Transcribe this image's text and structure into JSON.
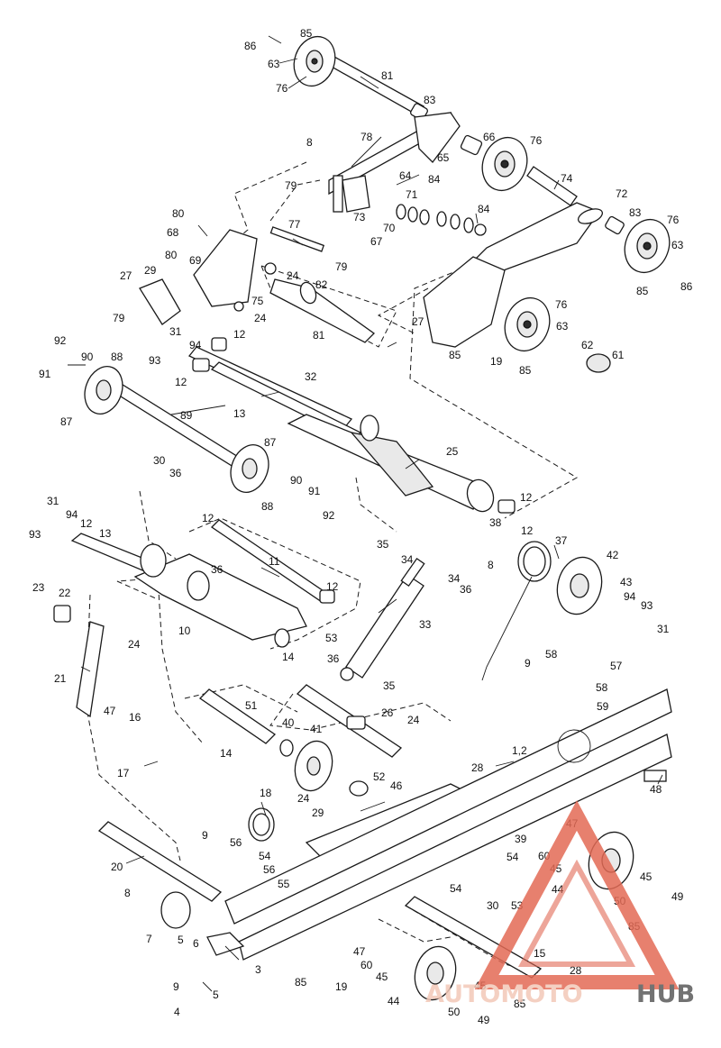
{
  "diagram": {
    "callouts": [
      {
        "id": "c86a",
        "text": "86"
      },
      {
        "id": "c85a",
        "text": "85"
      },
      {
        "id": "c63a",
        "text": "63"
      },
      {
        "id": "c76a",
        "text": "76"
      },
      {
        "id": "c81a",
        "text": "81"
      },
      {
        "id": "c83a",
        "text": "83"
      },
      {
        "id": "c8a",
        "text": "8"
      },
      {
        "id": "c78",
        "text": "78"
      },
      {
        "id": "c66",
        "text": "66"
      },
      {
        "id": "c76b",
        "text": "76"
      },
      {
        "id": "c65",
        "text": "65"
      },
      {
        "id": "c64",
        "text": "64"
      },
      {
        "id": "c84a",
        "text": "84"
      },
      {
        "id": "c79a",
        "text": "79"
      },
      {
        "id": "c71",
        "text": "71"
      },
      {
        "id": "c73",
        "text": "73"
      },
      {
        "id": "c70",
        "text": "70"
      },
      {
        "id": "c67",
        "text": "67"
      },
      {
        "id": "c84b",
        "text": "84"
      },
      {
        "id": "c74",
        "text": "74"
      },
      {
        "id": "c72",
        "text": "72"
      },
      {
        "id": "c83b",
        "text": "83"
      },
      {
        "id": "c76c",
        "text": "76"
      },
      {
        "id": "c63b",
        "text": "63"
      },
      {
        "id": "c85b",
        "text": "85"
      },
      {
        "id": "c86b",
        "text": "86"
      },
      {
        "id": "c80a",
        "text": "80"
      },
      {
        "id": "c68",
        "text": "68"
      },
      {
        "id": "c69",
        "text": "69"
      },
      {
        "id": "c77",
        "text": "77"
      },
      {
        "id": "c79b",
        "text": "79"
      },
      {
        "id": "c80b",
        "text": "80"
      },
      {
        "id": "c24a",
        "text": "24"
      },
      {
        "id": "c82",
        "text": "82"
      },
      {
        "id": "c27a",
        "text": "27"
      },
      {
        "id": "c29",
        "text": "29"
      },
      {
        "id": "c75",
        "text": "75"
      },
      {
        "id": "c24b",
        "text": "24"
      },
      {
        "id": "c79c",
        "text": "79"
      },
      {
        "id": "c81b",
        "text": "81"
      },
      {
        "id": "c27b",
        "text": "27"
      },
      {
        "id": "c76d",
        "text": "76"
      },
      {
        "id": "c63c",
        "text": "63"
      },
      {
        "id": "c85c",
        "text": "85"
      },
      {
        "id": "c19a",
        "text": "19"
      },
      {
        "id": "c62",
        "text": "62"
      },
      {
        "id": "c85d",
        "text": "85"
      },
      {
        "id": "c61",
        "text": "61"
      },
      {
        "id": "c92a",
        "text": "92"
      },
      {
        "id": "c91a",
        "text": "91"
      },
      {
        "id": "c90a",
        "text": "90"
      },
      {
        "id": "c88a",
        "text": "88"
      },
      {
        "id": "c31a",
        "text": "31"
      },
      {
        "id": "c93a",
        "text": "93"
      },
      {
        "id": "c94a",
        "text": "94"
      },
      {
        "id": "c12a",
        "text": "12"
      },
      {
        "id": "c12b",
        "text": "12"
      },
      {
        "id": "c32",
        "text": "32"
      },
      {
        "id": "c13a",
        "text": "13"
      },
      {
        "id": "c87a",
        "text": "87"
      },
      {
        "id": "c89",
        "text": "89"
      },
      {
        "id": "c87b",
        "text": "87"
      },
      {
        "id": "c25",
        "text": "25"
      },
      {
        "id": "c30a",
        "text": "30"
      },
      {
        "id": "c36a",
        "text": "36"
      },
      {
        "id": "c90b",
        "text": "90"
      },
      {
        "id": "c91b",
        "text": "91"
      },
      {
        "id": "c88b",
        "text": "88"
      },
      {
        "id": "c92b",
        "text": "92"
      },
      {
        "id": "c12c",
        "text": "12"
      },
      {
        "id": "c38",
        "text": "38"
      },
      {
        "id": "c31b",
        "text": "31"
      },
      {
        "id": "c94b",
        "text": "94"
      },
      {
        "id": "c12d",
        "text": "12"
      },
      {
        "id": "c13b",
        "text": "13"
      },
      {
        "id": "c93b",
        "text": "93"
      },
      {
        "id": "c12e",
        "text": "12"
      },
      {
        "id": "c35a",
        "text": "35"
      },
      {
        "id": "c12f",
        "text": "12"
      },
      {
        "id": "c37",
        "text": "37"
      },
      {
        "id": "c11",
        "text": "11"
      },
      {
        "id": "c34a",
        "text": "34"
      },
      {
        "id": "c8b",
        "text": "8"
      },
      {
        "id": "c42",
        "text": "42"
      },
      {
        "id": "c34b",
        "text": "34"
      },
      {
        "id": "c36b",
        "text": "36"
      },
      {
        "id": "c43",
        "text": "43"
      },
      {
        "id": "c36c",
        "text": "36"
      },
      {
        "id": "c23",
        "text": "23"
      },
      {
        "id": "c22",
        "text": "22"
      },
      {
        "id": "c12g",
        "text": "12"
      },
      {
        "id": "c94c",
        "text": "94"
      },
      {
        "id": "c93c",
        "text": "93"
      },
      {
        "id": "c10",
        "text": "10"
      },
      {
        "id": "c33",
        "text": "33"
      },
      {
        "id": "c24c",
        "text": "24"
      },
      {
        "id": "c53a",
        "text": "53"
      },
      {
        "id": "c31c",
        "text": "31"
      },
      {
        "id": "c14a",
        "text": "14"
      },
      {
        "id": "c21",
        "text": "21"
      },
      {
        "id": "c36d",
        "text": "36"
      },
      {
        "id": "c58a",
        "text": "58"
      },
      {
        "id": "c57",
        "text": "57"
      },
      {
        "id": "c9a",
        "text": "9"
      },
      {
        "id": "c58b",
        "text": "58"
      },
      {
        "id": "c35b",
        "text": "35"
      },
      {
        "id": "c59",
        "text": "59"
      },
      {
        "id": "c51",
        "text": "51"
      },
      {
        "id": "c26",
        "text": "26"
      },
      {
        "id": "c47a",
        "text": "47"
      },
      {
        "id": "c16",
        "text": "16"
      },
      {
        "id": "c40",
        "text": "40"
      },
      {
        "id": "c41",
        "text": "41"
      },
      {
        "id": "c24d",
        "text": "24"
      },
      {
        "id": "c14b",
        "text": "14"
      },
      {
        "id": "c17",
        "text": "17"
      },
      {
        "id": "c28a",
        "text": "28"
      },
      {
        "id": "c12h",
        "text": "1,2"
      },
      {
        "id": "c52",
        "text": "52"
      },
      {
        "id": "c46",
        "text": "46"
      },
      {
        "id": "c48",
        "text": "48"
      },
      {
        "id": "c18",
        "text": "18"
      },
      {
        "id": "c24e",
        "text": "24"
      },
      {
        "id": "c29b",
        "text": "29"
      },
      {
        "id": "c9b",
        "text": "9"
      },
      {
        "id": "c56a",
        "text": "56"
      },
      {
        "id": "c54a",
        "text": "54"
      },
      {
        "id": "c56b",
        "text": "56"
      },
      {
        "id": "c55",
        "text": "55"
      },
      {
        "id": "c20",
        "text": "20"
      },
      {
        "id": "c39",
        "text": "39"
      },
      {
        "id": "c47b",
        "text": "47"
      },
      {
        "id": "c60a",
        "text": "60"
      },
      {
        "id": "c54b",
        "text": "54"
      },
      {
        "id": "c45a",
        "text": "45"
      },
      {
        "id": "c44a",
        "text": "44"
      },
      {
        "id": "c54c",
        "text": "54"
      },
      {
        "id": "c30b",
        "text": "30"
      },
      {
        "id": "c53b",
        "text": "53"
      },
      {
        "id": "c45b",
        "text": "45"
      },
      {
        "id": "c50a",
        "text": "50"
      },
      {
        "id": "c49a",
        "text": "49"
      },
      {
        "id": "c85e",
        "text": "85"
      },
      {
        "id": "c8c",
        "text": "8"
      },
      {
        "id": "c7",
        "text": "7"
      },
      {
        "id": "c5a",
        "text": "5"
      },
      {
        "id": "c6",
        "text": "6"
      },
      {
        "id": "c3",
        "text": "3"
      },
      {
        "id": "c47c",
        "text": "47"
      },
      {
        "id": "c60b",
        "text": "60"
      },
      {
        "id": "c45c",
        "text": "45"
      },
      {
        "id": "c15",
        "text": "15"
      },
      {
        "id": "c85f",
        "text": "85"
      },
      {
        "id": "c19b",
        "text": "19"
      },
      {
        "id": "c28b",
        "text": "28"
      },
      {
        "id": "c9c",
        "text": "9"
      },
      {
        "id": "c5b",
        "text": "5"
      },
      {
        "id": "c4",
        "text": "4"
      },
      {
        "id": "c44b",
        "text": "44"
      },
      {
        "id": "c45d",
        "text": "45"
      },
      {
        "id": "c50b",
        "text": "50"
      },
      {
        "id": "c85g",
        "text": "85"
      },
      {
        "id": "c49b",
        "text": "49"
      }
    ]
  },
  "watermark": {
    "brand_light": "AUTOMOTO",
    "brand_dark": "HUB",
    "colors": {
      "light": "#f3c8b8",
      "dark": "#5a5a5a",
      "triangle": "#e36a55"
    }
  }
}
